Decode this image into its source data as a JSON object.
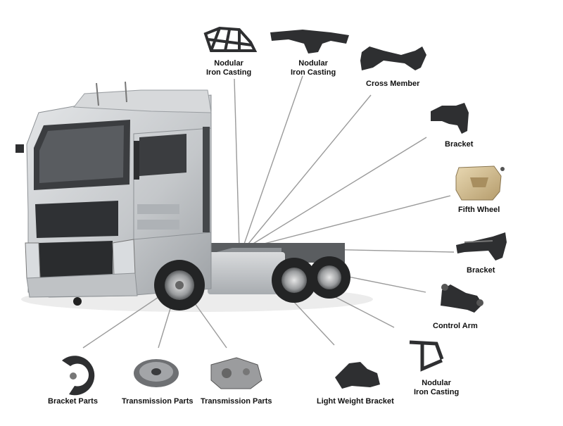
{
  "labels": {
    "nodular_1": [
      "Nodular",
      "Iron Casting"
    ],
    "nodular_2": [
      "Nodular",
      "Iron Casting"
    ],
    "cross_member": "Cross Member",
    "bracket_1": "Bracket",
    "fifth_wheel": "Fifth Wheel",
    "bracket_2": "Bracket",
    "control_arm": "Control Arm",
    "nodular_3": [
      "Nodular",
      "Iron Casting"
    ],
    "light_weight_bracket": "Light Weight Bracket",
    "transmission_1": "Transmission Parts",
    "transmission_2": "Transmission Parts",
    "bracket_parts": "Bracket Parts"
  },
  "colors": {
    "truck_body": "#c9cbcd",
    "part_dark": "#2e2f31",
    "fifth_wheel": "#cdb68a",
    "leader_line": "#9a9a9a"
  }
}
